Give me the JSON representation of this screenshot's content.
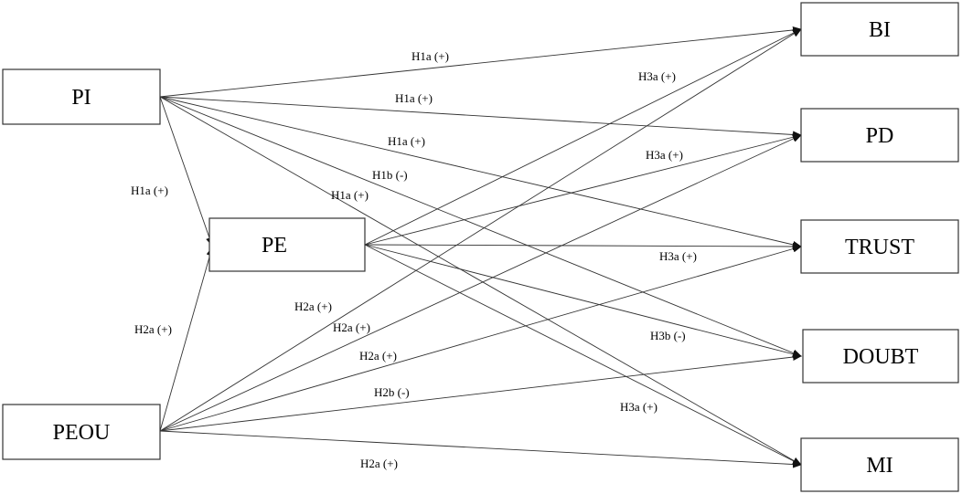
{
  "nodes": {
    "PI": "PI",
    "PEOU": "PEOU",
    "PE": "PE",
    "BI": "BI",
    "PD": "PD",
    "TRUST": "TRUST",
    "DOUBT": "DOUBT",
    "MI": "MI"
  },
  "edges": {
    "pi_bi": "H1a (+)",
    "pi_pd": "H1a (+)",
    "pi_trust": "H1a (+)",
    "pi_doubt": "H1b (-)",
    "pi_mi": "H1a (+)",
    "pi_pe": "H1a (+)",
    "peou_pe": "H2a (+)",
    "peou_bi": "H2a (+)",
    "peou_pd": "H2a (+)",
    "peou_trust": "H2a (+)",
    "peou_doubt": "H2b (-)",
    "peou_mi": "H2a (+)",
    "pe_bi": "H3a (+)",
    "pe_pd": "H3a (+)",
    "pe_trust": "H3a (+)",
    "pe_doubt": "H3b (-)",
    "pe_mi": "H3a (+)"
  },
  "colors": {
    "stroke": "#333333",
    "text": "#000000",
    "background": "#ffffff"
  }
}
